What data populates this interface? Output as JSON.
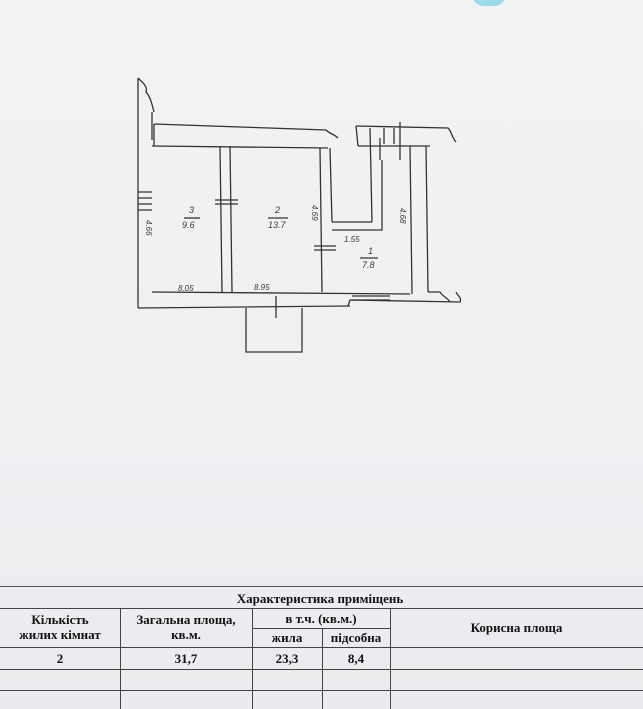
{
  "plan": {
    "rooms": [
      {
        "number": "3",
        "area": "9.6",
        "width_label": "4.66",
        "length_label": "8.05"
      },
      {
        "number": "2",
        "area": "13.7",
        "width_label": "4.69",
        "length_label": "8.95"
      },
      {
        "number": "1",
        "area": "7.8",
        "width_label": "4.68",
        "length_label": "1.55"
      }
    ]
  },
  "table": {
    "title": "Характеристика приміщень",
    "headers": {
      "rooms_count": [
        "Кількість",
        "жилих кімнат"
      ],
      "total_area": [
        "Загальна площа,",
        "кв.м."
      ],
      "including": "в т.ч. (кв.м.)",
      "living": "жила",
      "auxiliary": "підсобна",
      "useful": "Корисна площа"
    },
    "row": {
      "rooms_count": "2",
      "total_area": "31,7",
      "living": "23,3",
      "auxiliary": "8,4",
      "useful": ""
    }
  }
}
